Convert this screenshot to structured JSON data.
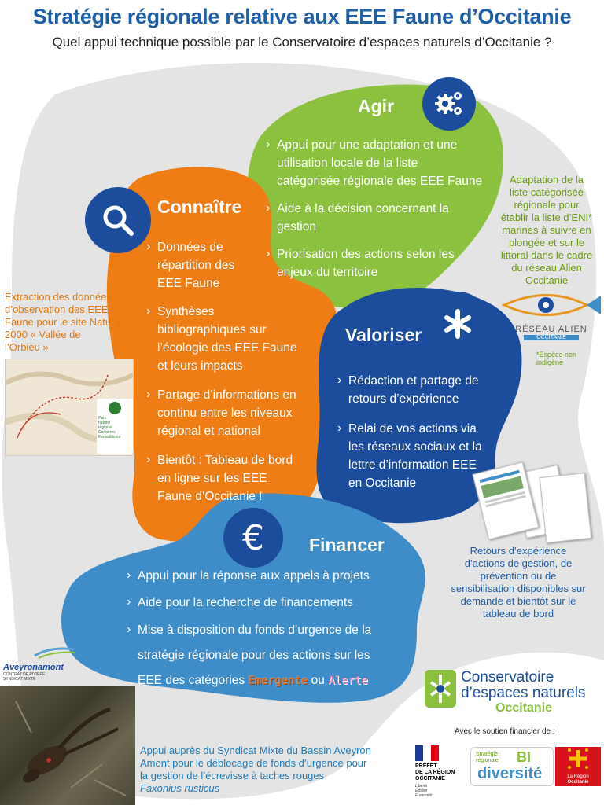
{
  "header": {
    "title": "Stratégie régionale relative aux EEE Faune d’Occitanie",
    "subtitle": "Quel appui technique possible par le Conservatoire d’espaces naturels d’Occitanie ?"
  },
  "agir": {
    "heading": "Agir",
    "icon": "gears-icon",
    "color": "#8cc13f",
    "items": [
      "Appui pour une adaptation et une",
      "utilisation locale de la liste",
      "catégorisée régionale des EEE Faune",
      "Aide à la décision concernant la",
      "gestion",
      "Priorisation des actions selon les",
      "enjeux du territoire"
    ]
  },
  "connaitre": {
    "heading": "Connaître",
    "icon": "search-icon",
    "color": "#ee7d16",
    "items": [
      "Données de",
      "répartition des",
      "EEE Faune",
      "Synthèses",
      "bibliographiques sur",
      "l’écologie des EEE Faune",
      "et leurs impacts",
      "Partage d’informations en",
      "continu entre les niveaux",
      "régional et national",
      "Bientôt : Tableau de bord",
      "en ligne sur les EEE",
      "Faune d’Occitanie !"
    ]
  },
  "valoriser": {
    "heading": "Valoriser",
    "icon": "asterisk-icon",
    "color": "#1b4d9c",
    "items": [
      "Rédaction et partage de",
      "retours d’expérience",
      "Relai de vos actions via",
      "les réseaux sociaux et la",
      "lettre d’information EEE",
      "en Occitanie"
    ]
  },
  "financer": {
    "heading": "Financer",
    "icon": "euro-icon",
    "color": "#3f8dc8",
    "items": [
      "Appui pour la réponse aux appels à projets",
      "Aide pour la recherche de financements",
      "Mise à disposition du fonds d’urgence de la",
      "stratégie régionale pour des actions sur les",
      "EEE des catégories",
      "Emergente",
      "ou",
      "Alerte"
    ]
  },
  "notes": {
    "left": [
      "Extraction des données",
      "d’observation des EEE",
      "Faune pour le site Natura",
      "2000 « Vallée de",
      "l’Orbieu »"
    ],
    "right": [
      "Adaptation de la",
      "liste catégorisée",
      "régionale pour",
      "établir la liste d’ENI*",
      "marines à suivre en",
      "plongée et sur le",
      "littoral dans le cadre",
      "du réseau Alien",
      "Occitanie"
    ],
    "footnote": "*Espèce non indigène",
    "retours": [
      "Retours d’expérience",
      "d’actions de gestion, de",
      "prévention ou de",
      "sensibilisation disponibles sur",
      "demande et bientôt sur le",
      "tableau de bord"
    ],
    "appui": [
      "Appui auprès du Syndicat Mixte du Bassin Aveyron",
      "Amont pour le déblocage de fonds d’urgence pour",
      "la gestion de l’écrevisse à taches rouges"
    ],
    "species": "Faxonius rusticus"
  },
  "logos": {
    "reseau_alien": "RÉSEAU ALIEN",
    "reseau_alien_sub": "OCCITANIE",
    "parc": [
      "Parc",
      "naturel",
      "régional",
      "Corbières",
      "Fenouillèdes"
    ],
    "aveyron": "Aveyronamont",
    "aveyron_sub": "CONTRAT DE RIVIÈRE",
    "aveyron_sub2": "SYNDICAT MIXTE",
    "cen_line1": "Conservatoire",
    "cen_line2": "d’espaces naturels",
    "cen_line3": "Occitanie",
    "soutien": "Avec le soutien financier de :",
    "prefet": [
      "PRÉFET",
      "DE LA RÉGION",
      "OCCITANIE"
    ],
    "prefet_motto": [
      "Liberté",
      "Égalité",
      "Fraternité"
    ],
    "strat": [
      "Stratégie",
      "régionale"
    ],
    "bio": "BI",
    "diversite": "diversité",
    "region": [
      "La Région",
      "Occitanie"
    ]
  }
}
